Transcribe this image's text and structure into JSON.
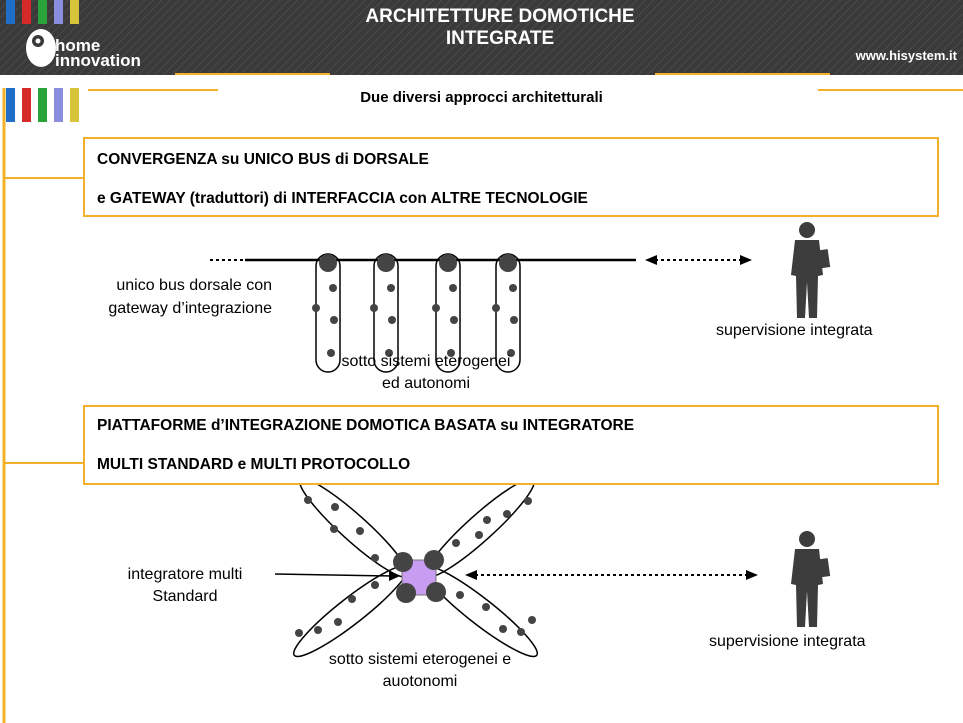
{
  "header": {
    "title_line1": "ARCHITETTURE DOMOTICHE",
    "title_line2": "INTEGRATE",
    "website": "www.hisystem.it",
    "logo_line1": "home",
    "logo_line2": "innovation"
  },
  "subtitle": "Due diversi approcci architetturali",
  "section1": {
    "box_line1": "CONVERGENZA su UNICO BUS di DORSALE",
    "box_line2": "e GATEWAY (traduttori) di INTERFACCIA con ALTRE TECNOLOGIE",
    "left_label_line1": "unico bus dorsale con",
    "left_label_line2": "gateway d’integrazione",
    "bottom_label_line1": "sotto sistemi eterogenei",
    "bottom_label_line2": "ed autonomi",
    "right_label": "supervisione integrata"
  },
  "section2": {
    "box_line1": "PIATTAFORME d’INTEGRAZIONE DOMOTICA BASATA su INTEGRATORE",
    "box_line2": "MULTI STANDARD e MULTI PROTOCOLLO",
    "left_label_line1": "integratore multi",
    "left_label_line2": "Standard",
    "bottom_label_line1": "sotto sistemi eterogenei e",
    "bottom_label_line2": "auotonomi",
    "right_label": "supervisione integrata"
  },
  "colors": {
    "accent": "#f3b02a",
    "header_bg": "#3a3a3a",
    "integrator": "#c89cf0",
    "node": "#444444",
    "stripes": [
      "#1f6fc9",
      "#d42a2a",
      "#2aa33a",
      "#8a8de0",
      "#d8c43a"
    ]
  },
  "icons": [
    "logo-eye-icon",
    "person-silhouette-icon"
  ]
}
